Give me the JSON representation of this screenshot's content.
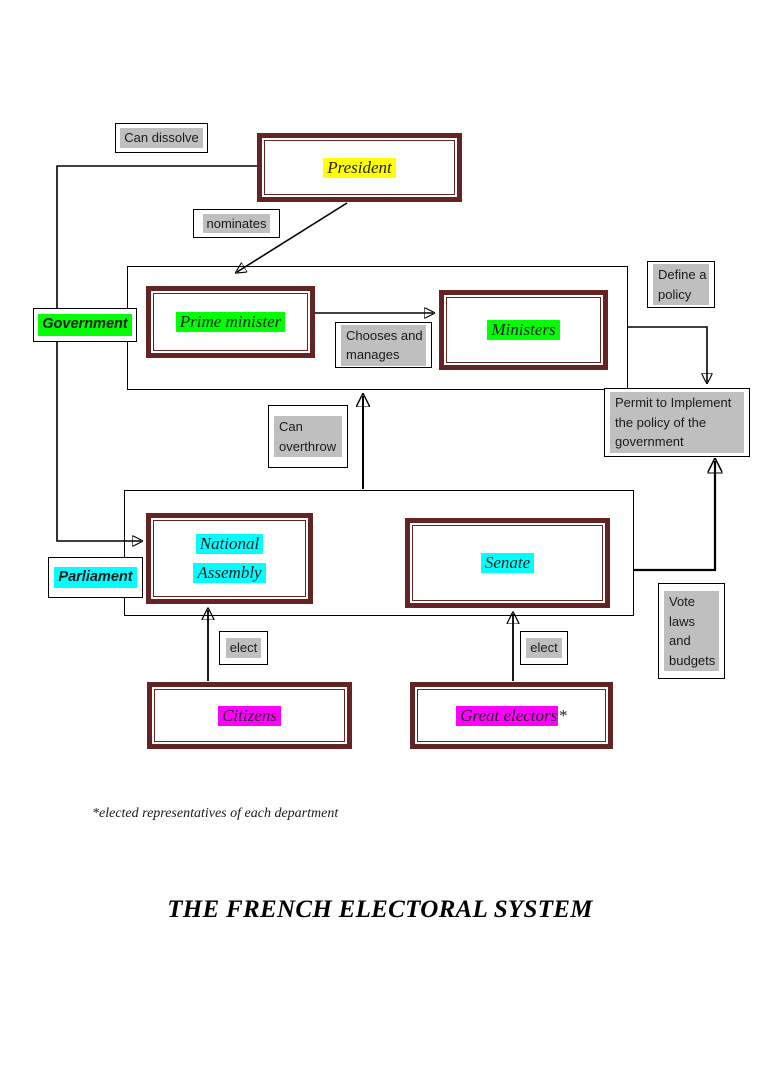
{
  "title": "THE FRENCH ELECTORAL SYSTEM",
  "footnote": "*elected representatives of each department",
  "colors": {
    "maroon": "#632423",
    "yellow": "#ffff00",
    "green": "#00ff00",
    "cyan": "#00ffff",
    "magenta": "#ff00ff",
    "gray": "#bfbfbf",
    "line": "#000000"
  },
  "groups": {
    "government": "Government",
    "parliament": "Parliament"
  },
  "nodes": {
    "president": "President",
    "prime_minister": "Prime minister",
    "ministers": "Ministers",
    "national_assembly": [
      "National",
      "Assembly"
    ],
    "senate": "Senate",
    "citizens": "Citizens",
    "great_electors": "Great electors",
    "great_electors_suffix": "*"
  },
  "labels": {
    "can_dissolve": "Can dissolve",
    "nominates": "nominates",
    "chooses_manages": [
      "Chooses and",
      "manages"
    ],
    "define_policy": [
      "Define a",
      "policy"
    ],
    "permit": [
      "Permit to Implement",
      "the policy of the",
      "government"
    ],
    "can_overthrow": [
      "Can",
      "overthrow"
    ],
    "vote_laws": [
      "Vote",
      "laws",
      "and",
      "budgets"
    ],
    "elect_left": "elect",
    "elect_right": "elect"
  }
}
